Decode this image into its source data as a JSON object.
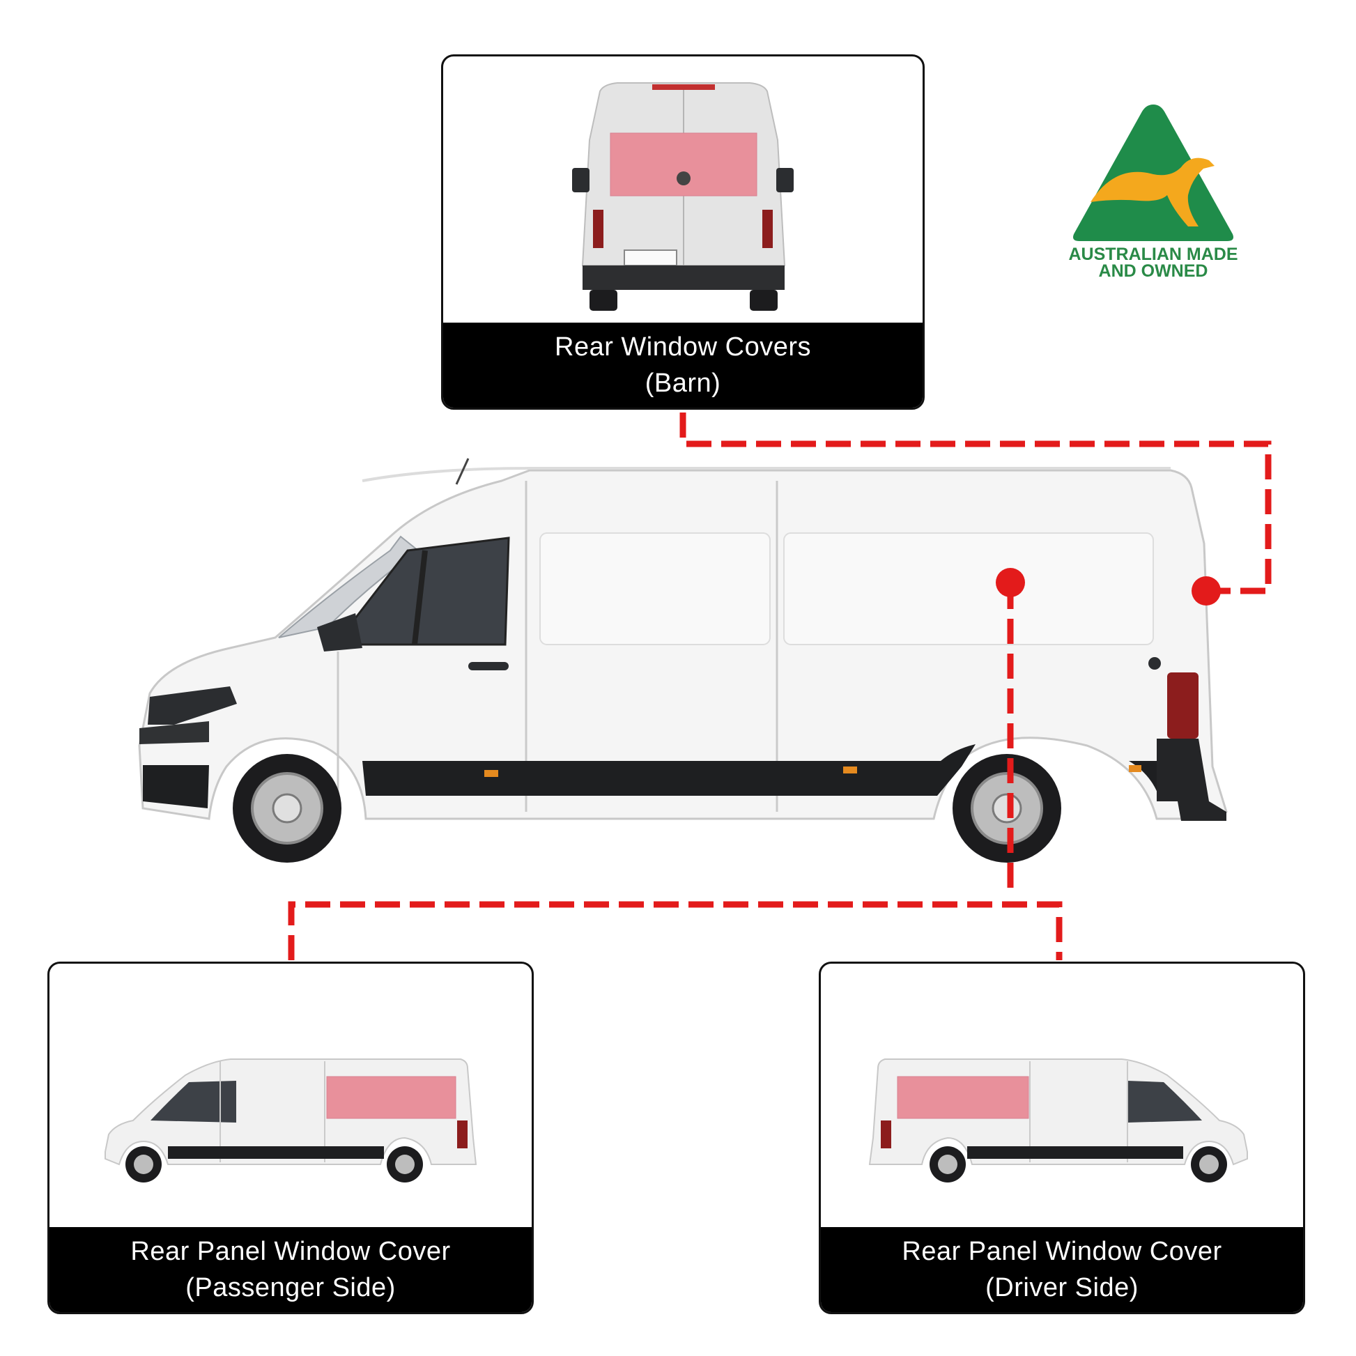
{
  "badge": {
    "line1": "AUSTRALIAN MADE",
    "line2": "AND OWNED",
    "icon": "kangaroo-triangle-icon",
    "colors": {
      "green": "#1f8c4a",
      "gold": "#f4a81d"
    }
  },
  "cards": {
    "rear": {
      "line1": "Rear Window Covers",
      "line2": "(Barn)"
    },
    "passenger": {
      "line1": "Rear Panel Window Cover",
      "line2": "(Passenger Side)"
    },
    "driver": {
      "line1": "Rear Panel Window Cover",
      "line2": "(Driver Side)"
    }
  },
  "colors": {
    "connector": "#e31b1b",
    "highlight": "#e8909b",
    "caption_bg": "#000000",
    "caption_text": "#ffffff"
  }
}
